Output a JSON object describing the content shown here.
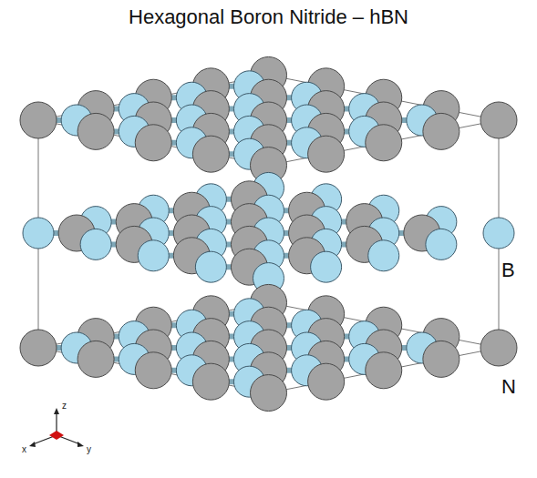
{
  "diagram": {
    "title": "Hexagonal Boron Nitride – hBN",
    "labels": [
      "B",
      "N",
      "z",
      "x",
      "y"
    ]
  }
}
